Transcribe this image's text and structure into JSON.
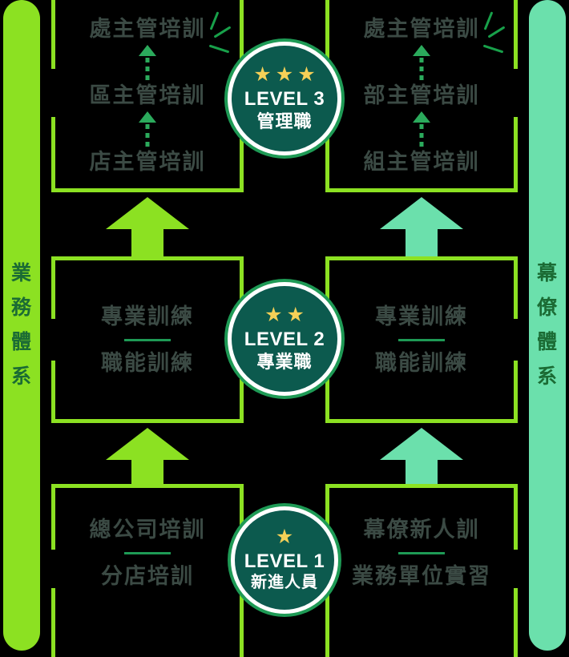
{
  "rails": {
    "left": {
      "name": "業務體系",
      "chars": [
        "業",
        "務",
        "體",
        "系"
      ],
      "bg": "#8CE122",
      "text": "#1B6B34"
    },
    "right": {
      "name": "幕僚體系",
      "chars": [
        "幕",
        "僚",
        "體",
        "系"
      ],
      "bg": "#6BE0AC",
      "text": "#1B6B34"
    }
  },
  "badges": [
    {
      "id": "level-3",
      "level": "LEVEL 3",
      "subtitle": "管理職",
      "stars": 3,
      "star_glyph": "★"
    },
    {
      "id": "level-2",
      "level": "LEVEL 2",
      "subtitle": "專業職",
      "stars": 2,
      "star_glyph": "★"
    },
    {
      "id": "level-1",
      "level": "LEVEL 1",
      "subtitle": "新進人員",
      "stars": 1,
      "star_glyph": "★"
    }
  ],
  "boxes": {
    "top_left": {
      "items": [
        "處主管培訓",
        "區主管培訓",
        "店主管培訓"
      ],
      "connector": "dashed-up-arrow"
    },
    "top_right": {
      "items": [
        "處主管培訓",
        "部主管培訓",
        "組主管培訓"
      ],
      "connector": "dashed-up-arrow"
    },
    "mid_left": {
      "items": [
        "專業訓練",
        "職能訓練"
      ],
      "connector": "divider"
    },
    "mid_right": {
      "items": [
        "專業訓練",
        "職能訓練"
      ],
      "connector": "divider"
    },
    "bottom_left": {
      "items": [
        "總公司培訓",
        "分店培訓"
      ],
      "connector": "divider"
    },
    "bottom_right": {
      "items": [
        "幕僚新人訓",
        "業務單位實習"
      ],
      "connector": "divider"
    }
  },
  "arrows": {
    "left_color": "#8CE122",
    "right_color": "#6BE0AC",
    "label": "progression-arrow"
  },
  "colors": {
    "background": "#000000",
    "box_border": "#8CE122",
    "box_text": "#3B4A44",
    "divider": "#1E9A55",
    "badge_fill": "#0C5A4E",
    "badge_ring_inner": "#FFFFFF",
    "badge_ring_outer": "#1E9A55",
    "star": "#F5D057",
    "sparkle": "#18A04A"
  }
}
